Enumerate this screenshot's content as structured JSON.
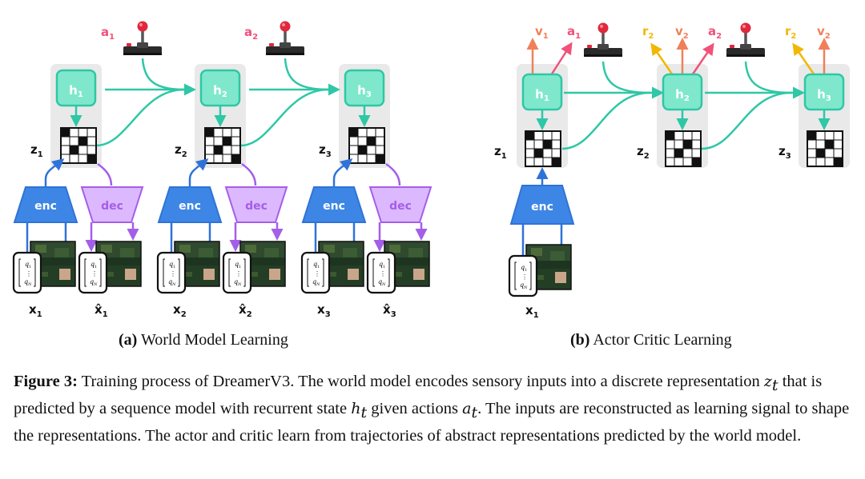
{
  "panel_a": {
    "steps": [
      {
        "h": "h",
        "hs": "1",
        "z": "z",
        "zs": "1",
        "x": "x",
        "xs": "1",
        "xh": "x̂",
        "xhs": "1",
        "a": "a",
        "as": "1"
      },
      {
        "h": "h",
        "hs": "2",
        "z": "z",
        "zs": "2",
        "x": "x",
        "xs": "2",
        "xh": "x̂",
        "xhs": "2",
        "a": "a",
        "as": "2"
      },
      {
        "h": "h",
        "hs": "3",
        "z": "z",
        "zs": "3",
        "x": "x",
        "xs": "3",
        "xh": "x̂",
        "xhs": "3"
      }
    ],
    "enc_label": "enc",
    "dec_label": "dec",
    "vector": {
      "top": "q",
      "top_sub": "1",
      "mid": "⋮",
      "bot": "q",
      "bot_sub": "N"
    },
    "caption_tag": "(a)",
    "caption_text": " World Model Learning"
  },
  "panel_b": {
    "steps": [
      {
        "h": "h",
        "hs": "1",
        "z": "z",
        "zs": "1",
        "x": "x",
        "xs": "1",
        "v": "v",
        "vs": "1",
        "a": "a",
        "as": "1"
      },
      {
        "h": "h",
        "hs": "2",
        "z": "z",
        "zs": "2",
        "r": "r",
        "rs": "2",
        "v": "v",
        "vs": "2",
        "a": "a",
        "as": "2"
      },
      {
        "h": "h",
        "hs": "3",
        "z": "z",
        "zs": "3",
        "r": "r",
        "rs": "2",
        "v": "v",
        "vs": "2"
      }
    ],
    "enc_label": "enc",
    "caption_tag": "(b)",
    "caption_text": " Actor Critic Learning"
  },
  "caption": {
    "lead": "Figure 3:",
    "p1": " Training process of DreamerV3. The world model encodes sensory inputs into a discrete representation ",
    "m1": "z",
    "m1s": "t",
    "p2": " that is predicted by a sequence model with recurrent state ",
    "m2": "h",
    "m2s": "t",
    "p3": " given actions ",
    "m3": "a",
    "m3s": "t",
    "p4": ". The inputs are reconstructed as learning signal to shape the representations. The actor and critic learn from trajectories of abstract representations predicted by the world model."
  },
  "colors": {
    "teal_fill": "#7fe8cc",
    "teal_stroke": "#2fc7a6",
    "blue": "#2f73d8",
    "purple_fill": "#dcb8ff",
    "purple_stroke": "#a55ee8",
    "action_label": "#f0527a",
    "value_arrow": "#f0805a",
    "reward": "#f2b705",
    "gray_panel": "#e9e9e9"
  },
  "icons": [
    "joystick-icon",
    "latent-grid-icon",
    "image-frame-icon"
  ]
}
